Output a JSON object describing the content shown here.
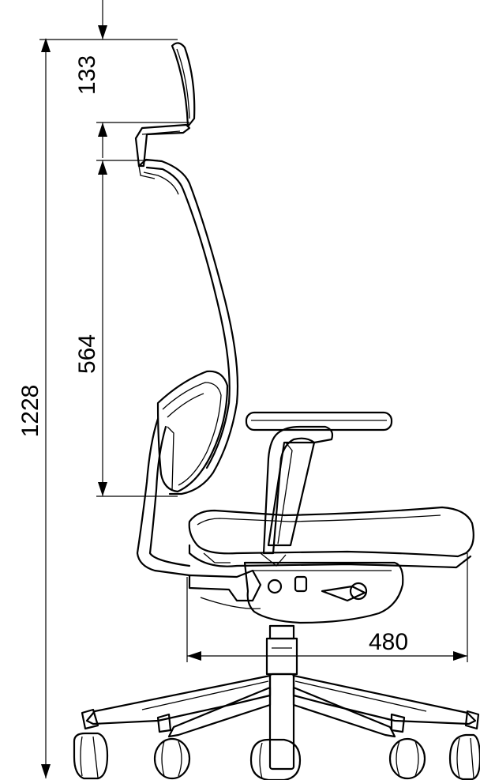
{
  "title": "",
  "dimensions": {
    "overall_height": "1228",
    "headrest_height": "133",
    "backrest_height": "564",
    "seat_depth": "480"
  },
  "colors": {
    "line": "#000000",
    "background": "#ffffff"
  }
}
